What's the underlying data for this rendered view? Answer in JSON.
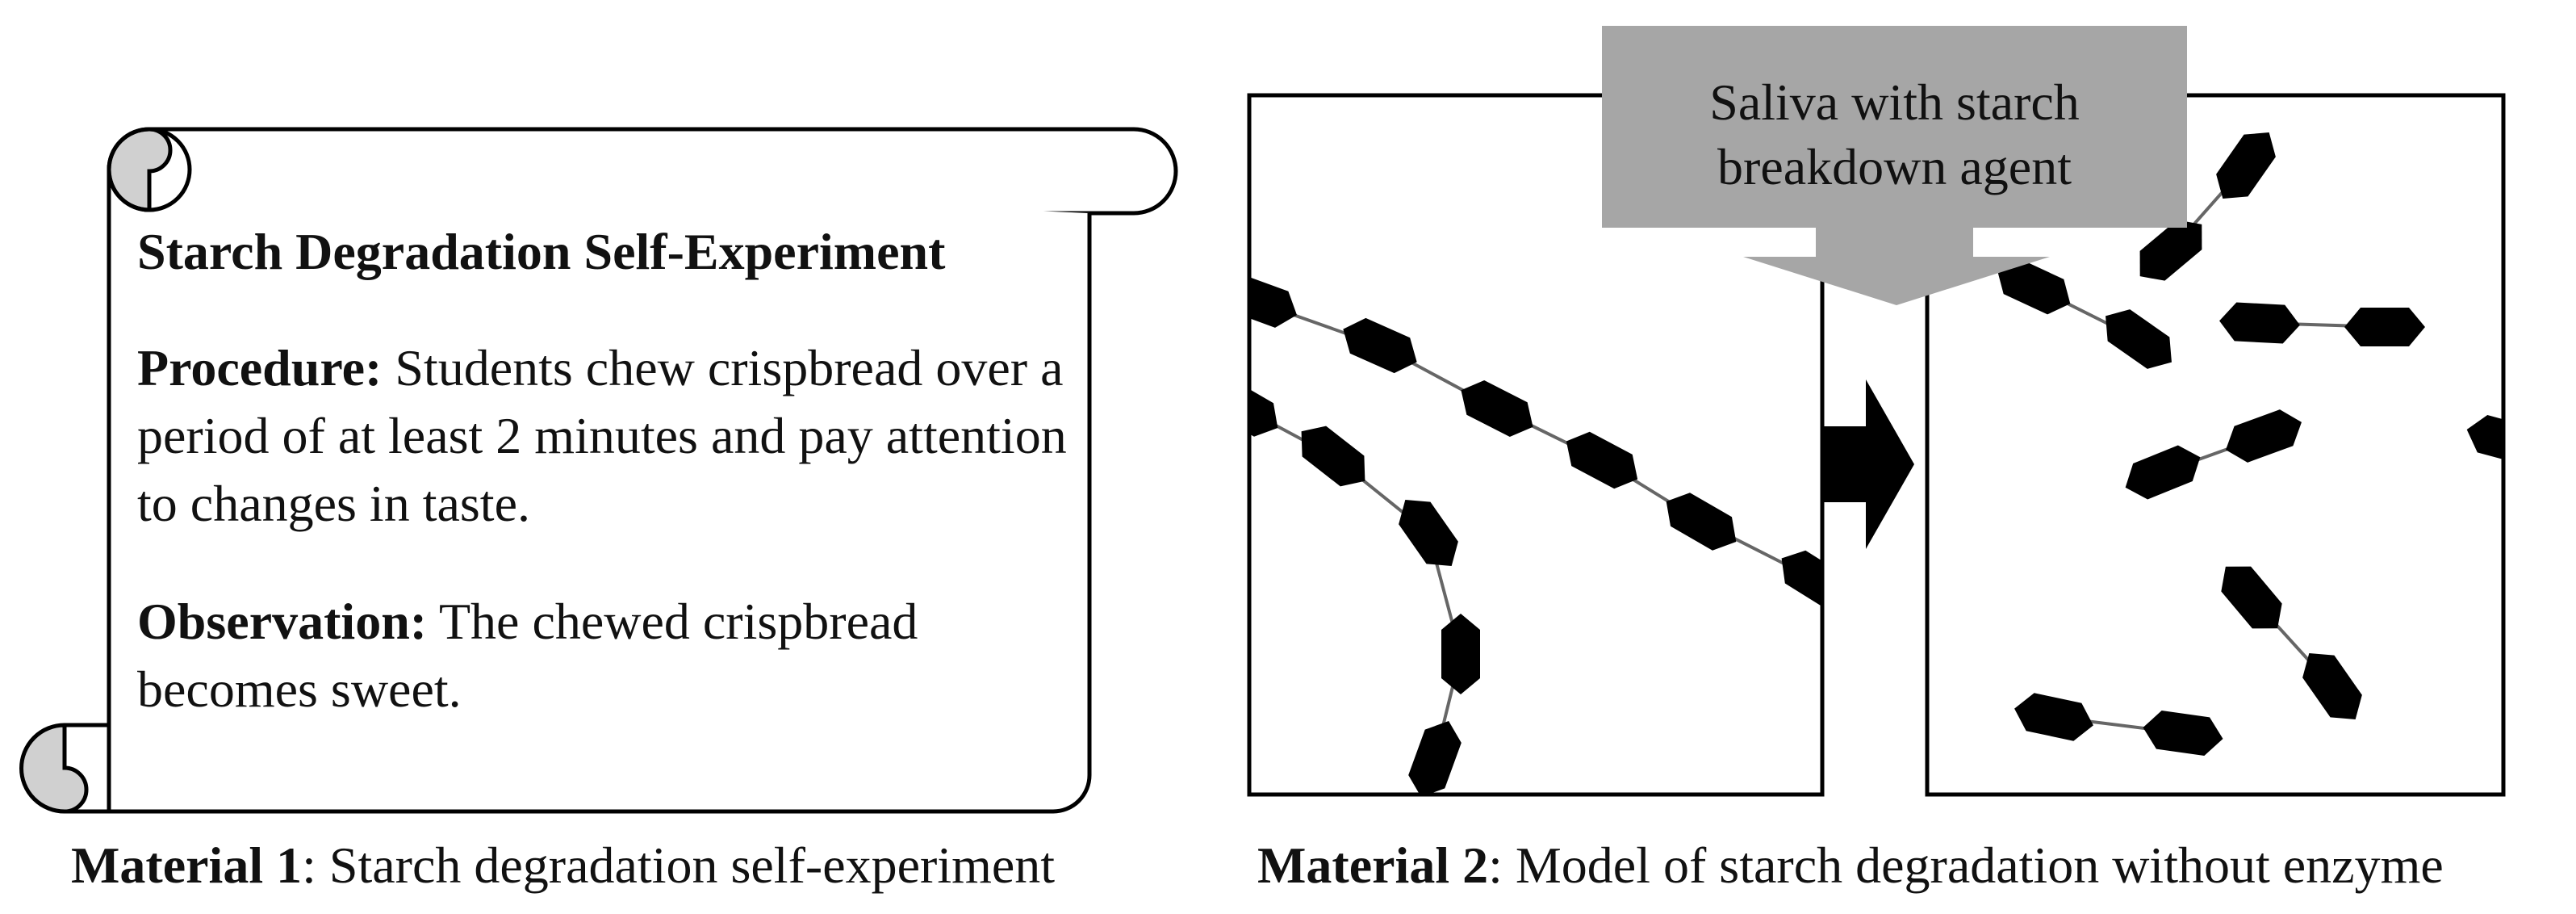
{
  "scroll": {
    "title": "Starch Degradation Self-Experiment",
    "procedure_label": "Procedure:",
    "procedure_text": " Students chew crispbread over a period of at least 2 minutes and pay attention to changes in taste.",
    "observation_label": "Observation:",
    "observation_text": " The chewed crispbread becomes sweet."
  },
  "material1": {
    "label": "Material 1",
    "caption": ": Starch degradation self-experiment"
  },
  "material2": {
    "label": "Material 2",
    "caption": ": Model of starch degradation without enzyme"
  },
  "arrow_label": {
    "line1": "Saliva with starch",
    "line2": "breakdown agent"
  },
  "colors": {
    "arrow_fill": "#a6a6a6",
    "molecule": "#000000",
    "scroll_curl": "#d0d0d0"
  }
}
